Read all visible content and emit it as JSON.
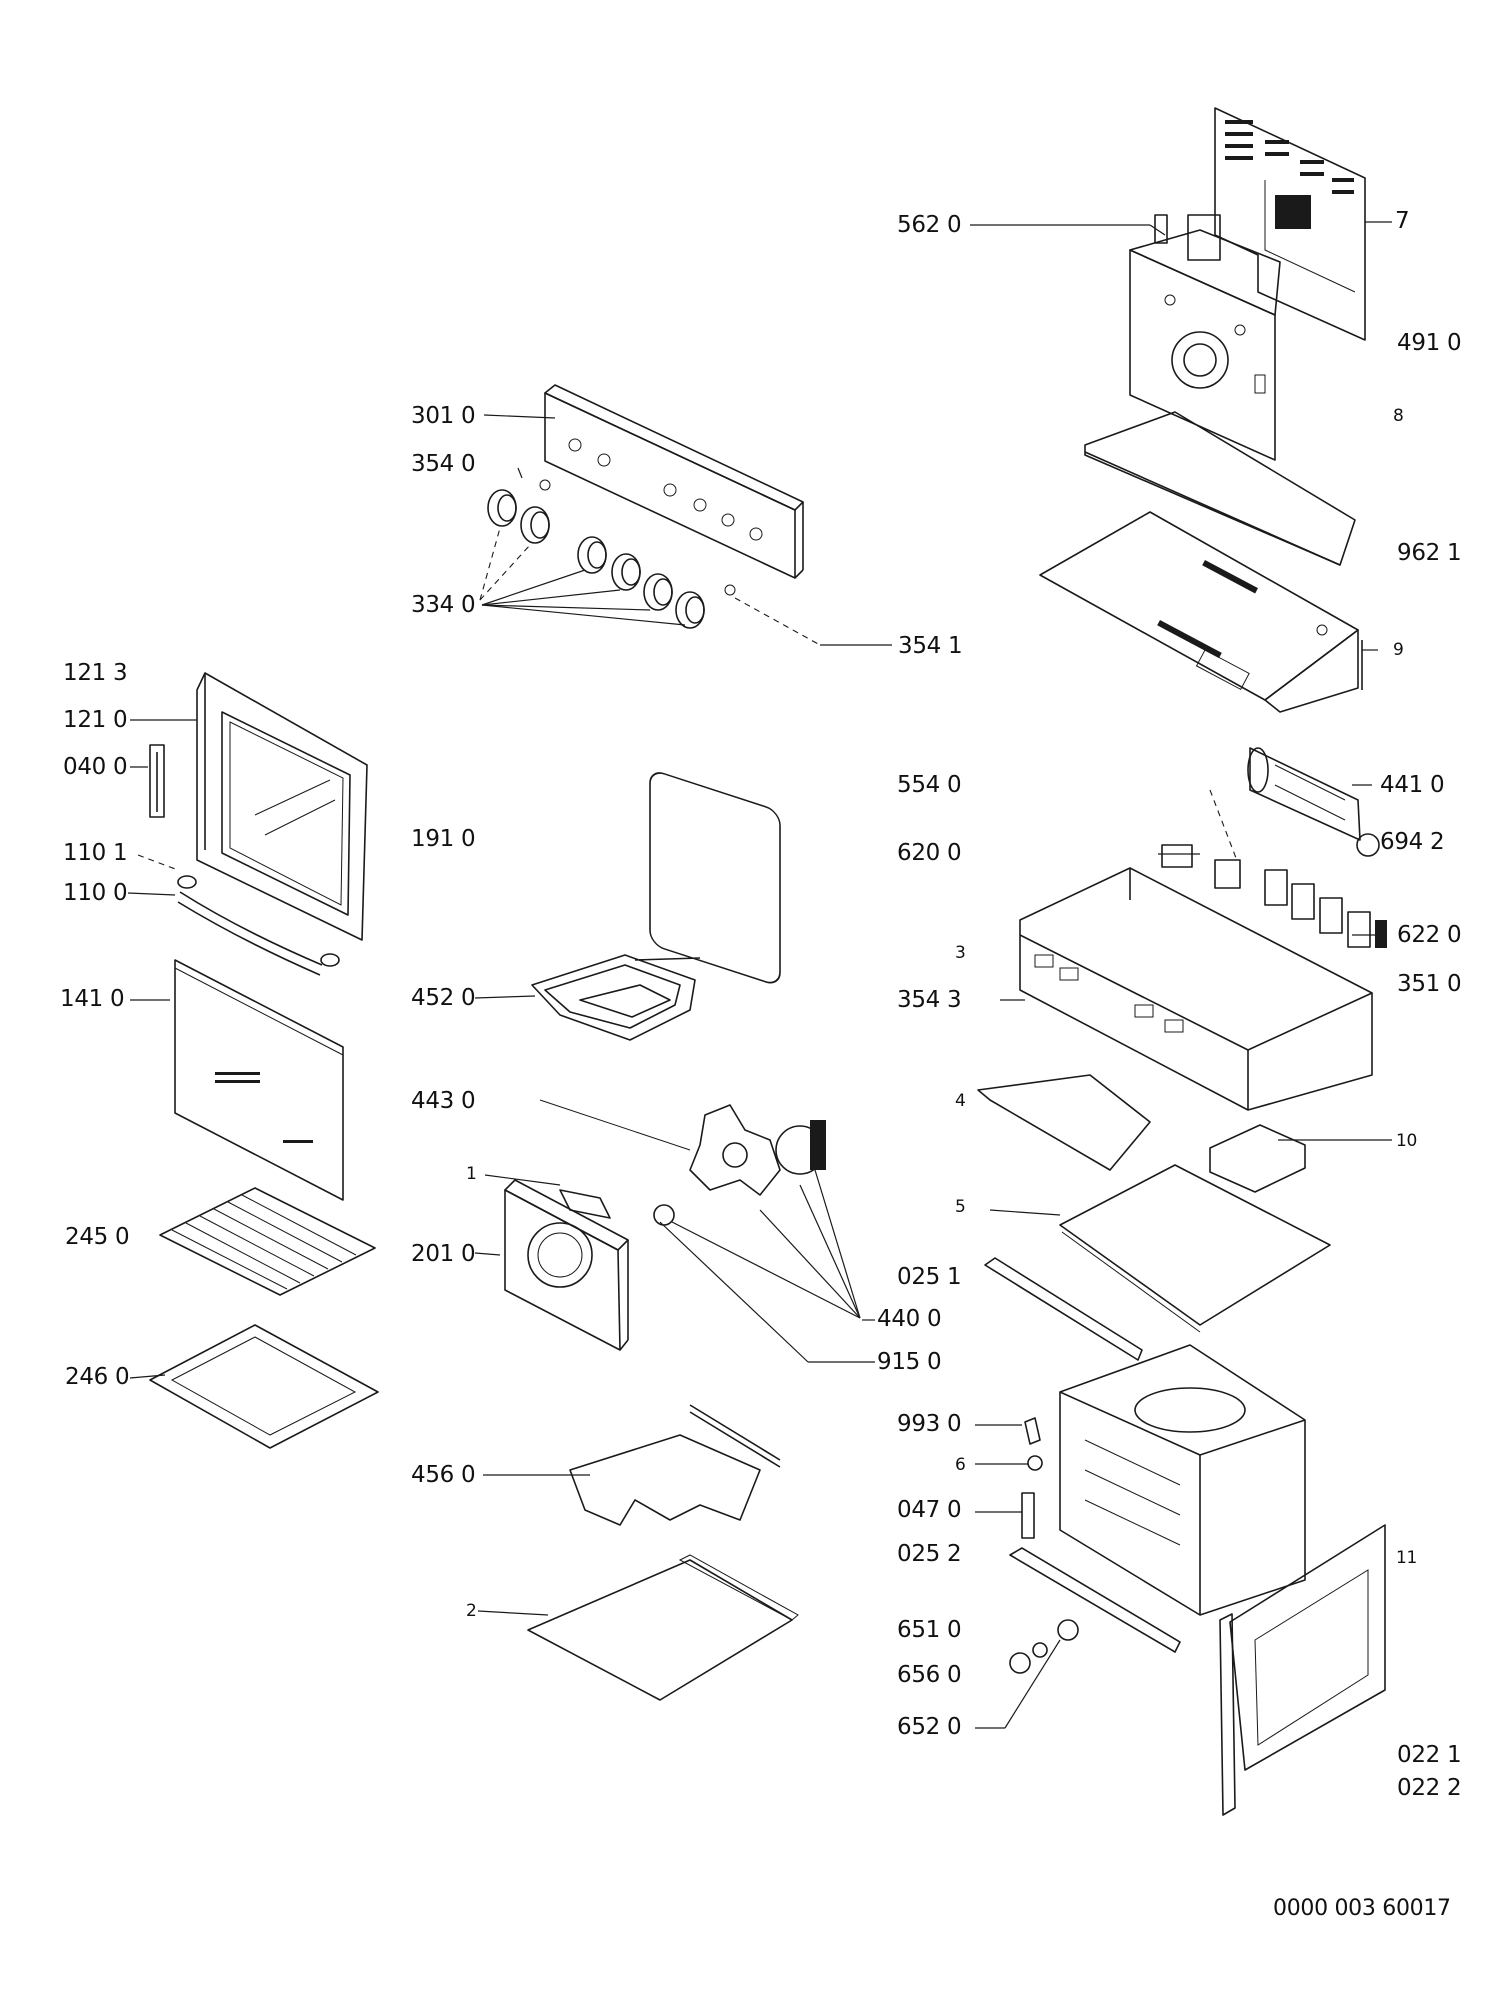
{
  "drawing": {
    "reference_number": "0000 003 60017",
    "part_labels": {
      "p5620": "562 0",
      "p7": "7",
      "p4910": "491 0",
      "p8": "8",
      "p9621": "962 1",
      "p9": "9",
      "p3010": "301 0",
      "p3540": "354 0",
      "p3340": "334 0",
      "p3541": "354 1",
      "p1213": "121 3",
      "p1210": "121 0",
      "p0400": "040 0",
      "p1101": "110 1",
      "p1100": "110 0",
      "p1410": "141 0",
      "p2450": "245 0",
      "p2460": "246 0",
      "p1910": "191 0",
      "p4520": "452 0",
      "p4430": "443 0",
      "p1": "1",
      "p2010": "201 0",
      "p4560": "456 0",
      "p2": "2",
      "p5540": "554 0",
      "p4410": "441 0",
      "p6942": "694 2",
      "p6200": "620 0",
      "p6220": "622 0",
      "p3": "3",
      "p3543": "354 3",
      "p3510": "351 0",
      "p4": "4",
      "p10": "10",
      "p5": "5",
      "p0251": "025 1",
      "p4400": "440 0",
      "p9150": "915 0",
      "p9930": "993 0",
      "p6": "6",
      "p0470": "047 0",
      "p0252": "025 2",
      "p11": "11",
      "p6510": "651 0",
      "p6560": "656 0",
      "p6520": "652 0",
      "p0221": "022 1",
      "p0222": "022 2"
    }
  }
}
